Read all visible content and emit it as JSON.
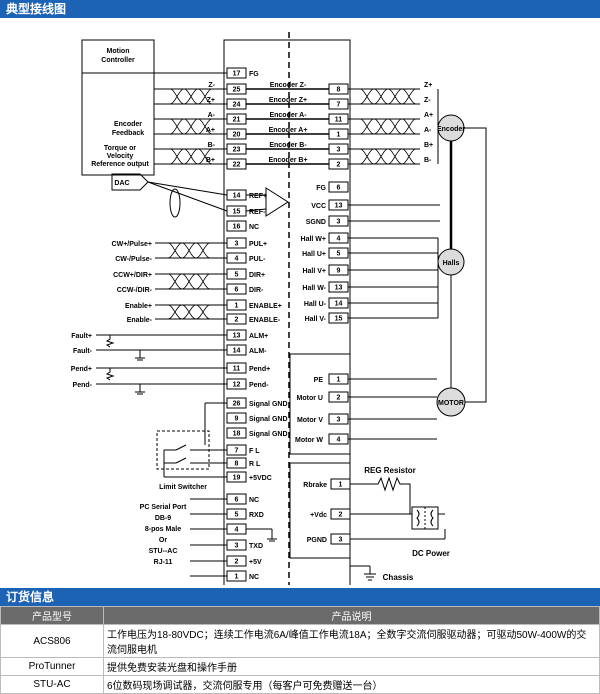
{
  "header": {
    "title": "典型接线图"
  },
  "diagram": {
    "motion_controller": "Motion Controller",
    "encoder_feedback": "Encoder Feedback",
    "torque_ref": [
      "Torque or",
      "Velocity",
      "Reference output"
    ],
    "dac": "DAC",
    "left_enc_signals": [
      "Z-",
      "Z+",
      "A-",
      "A+",
      "B-",
      "B+"
    ],
    "right_enc_signals": [
      "Z+",
      "Z-",
      "A+",
      "A-",
      "B+",
      "B-"
    ],
    "enc_pin_labels": [
      "Encoder Z-",
      "Encoder Z+",
      "Encoder A-",
      "Encoder A+",
      "Encoder B-",
      "Encoder B+"
    ],
    "enc_pin_nums": [
      "8",
      "7",
      "11",
      "1",
      "3",
      "2"
    ],
    "left_pins": [
      {
        "n": "17",
        "l": "FG"
      },
      {
        "n": "25",
        "l": ""
      },
      {
        "n": "24",
        "l": ""
      },
      {
        "n": "21",
        "l": ""
      },
      {
        "n": "20",
        "l": ""
      },
      {
        "n": "23",
        "l": ""
      },
      {
        "n": "22",
        "l": ""
      },
      {
        "n": "14",
        "l": "REF+"
      },
      {
        "n": "15",
        "l": "REF-"
      },
      {
        "n": "16",
        "l": "NC"
      },
      {
        "n": "3",
        "l": "PUL+"
      },
      {
        "n": "4",
        "l": "PUL-"
      },
      {
        "n": "5",
        "l": "DIR+"
      },
      {
        "n": "6",
        "l": "DIR-"
      },
      {
        "n": "1",
        "l": "ENABLE+"
      },
      {
        "n": "2",
        "l": "ENABLE-"
      },
      {
        "n": "13",
        "l": "ALM+"
      },
      {
        "n": "14",
        "l": "ALM-"
      },
      {
        "n": "11",
        "l": "Pend+"
      },
      {
        "n": "12",
        "l": "Pend-"
      },
      {
        "n": "26",
        "l": "Signal GND"
      },
      {
        "n": "9",
        "l": "Signal GND"
      },
      {
        "n": "18",
        "l": "Signal GND"
      },
      {
        "n": "7",
        "l": "F L"
      },
      {
        "n": "8",
        "l": "R L"
      },
      {
        "n": "19",
        "l": "+5VDC"
      }
    ],
    "ctrl_signals": [
      "CW+/Pulse+",
      "CW-/Pulse-",
      "CCW+/DIR+",
      "CCW-/DIR-",
      "Enable+",
      "Enable-"
    ],
    "fault_pend": [
      "Fault+",
      "Fault-",
      "Pend+",
      "Pend-"
    ],
    "limit_switcher": "Limit Switcher",
    "right_pins": [
      {
        "n": "6",
        "l": "FG"
      },
      {
        "n": "13",
        "l": "VCC"
      },
      {
        "n": "3",
        "l": "SGND"
      },
      {
        "n": "4",
        "l": "Hall W+"
      },
      {
        "n": "5",
        "l": "Hall U+"
      },
      {
        "n": "9",
        "l": "Hall V+"
      },
      {
        "n": "13",
        "l": "Hall W-"
      },
      {
        "n": "14",
        "l": "Hall U-"
      },
      {
        "n": "15",
        "l": "Hall V-"
      }
    ],
    "encoder_label": "Encoder",
    "halls_label": "Halls",
    "motor_pins": [
      {
        "n": "1",
        "l": "PE"
      },
      {
        "n": "2",
        "l": "Motor U"
      },
      {
        "n": "3",
        "l": "Motor V"
      },
      {
        "n": "4",
        "l": "Motor W"
      }
    ],
    "motor_label": "MOTOR",
    "power_pins": [
      {
        "n": "1",
        "l": "Rbrake"
      },
      {
        "n": "2",
        "l": "+Vdc"
      },
      {
        "n": "3",
        "l": "PGND"
      }
    ],
    "reg_resistor": "REG Resistor",
    "dc_power": "DC Power",
    "rj_pins": [
      {
        "n": "6",
        "l": "NC"
      },
      {
        "n": "5",
        "l": "RXD"
      },
      {
        "n": "4",
        "l": ""
      },
      {
        "n": "3",
        "l": "TXD"
      },
      {
        "n": "2",
        "l": "+5V"
      },
      {
        "n": "1",
        "l": "NC"
      }
    ],
    "pc_serial": [
      "PC Serial Port",
      "DB-9",
      "8-pos Male",
      "Or",
      "STU--AC",
      "RJ-11"
    ],
    "rj11": "RJ-11",
    "chassis": [
      "Chassis",
      "GND"
    ]
  },
  "order": {
    "title": "订货信息",
    "col_model": "产品型号",
    "col_desc": "产品说明",
    "rows": [
      {
        "model": "ACS806",
        "desc": "工作电压为18-80VDC；连续工作电流6A/峰值工作电流18A；全数字交流伺服驱动器；可驱动50W-400W的交流伺服电机"
      },
      {
        "model": "ProTunner",
        "desc": "提供免费安装光盘和操作手册"
      },
      {
        "model": "STU-AC",
        "desc": "6位数码现场调试器，交流伺服专用（每客户可免费赠送一台）"
      }
    ]
  }
}
